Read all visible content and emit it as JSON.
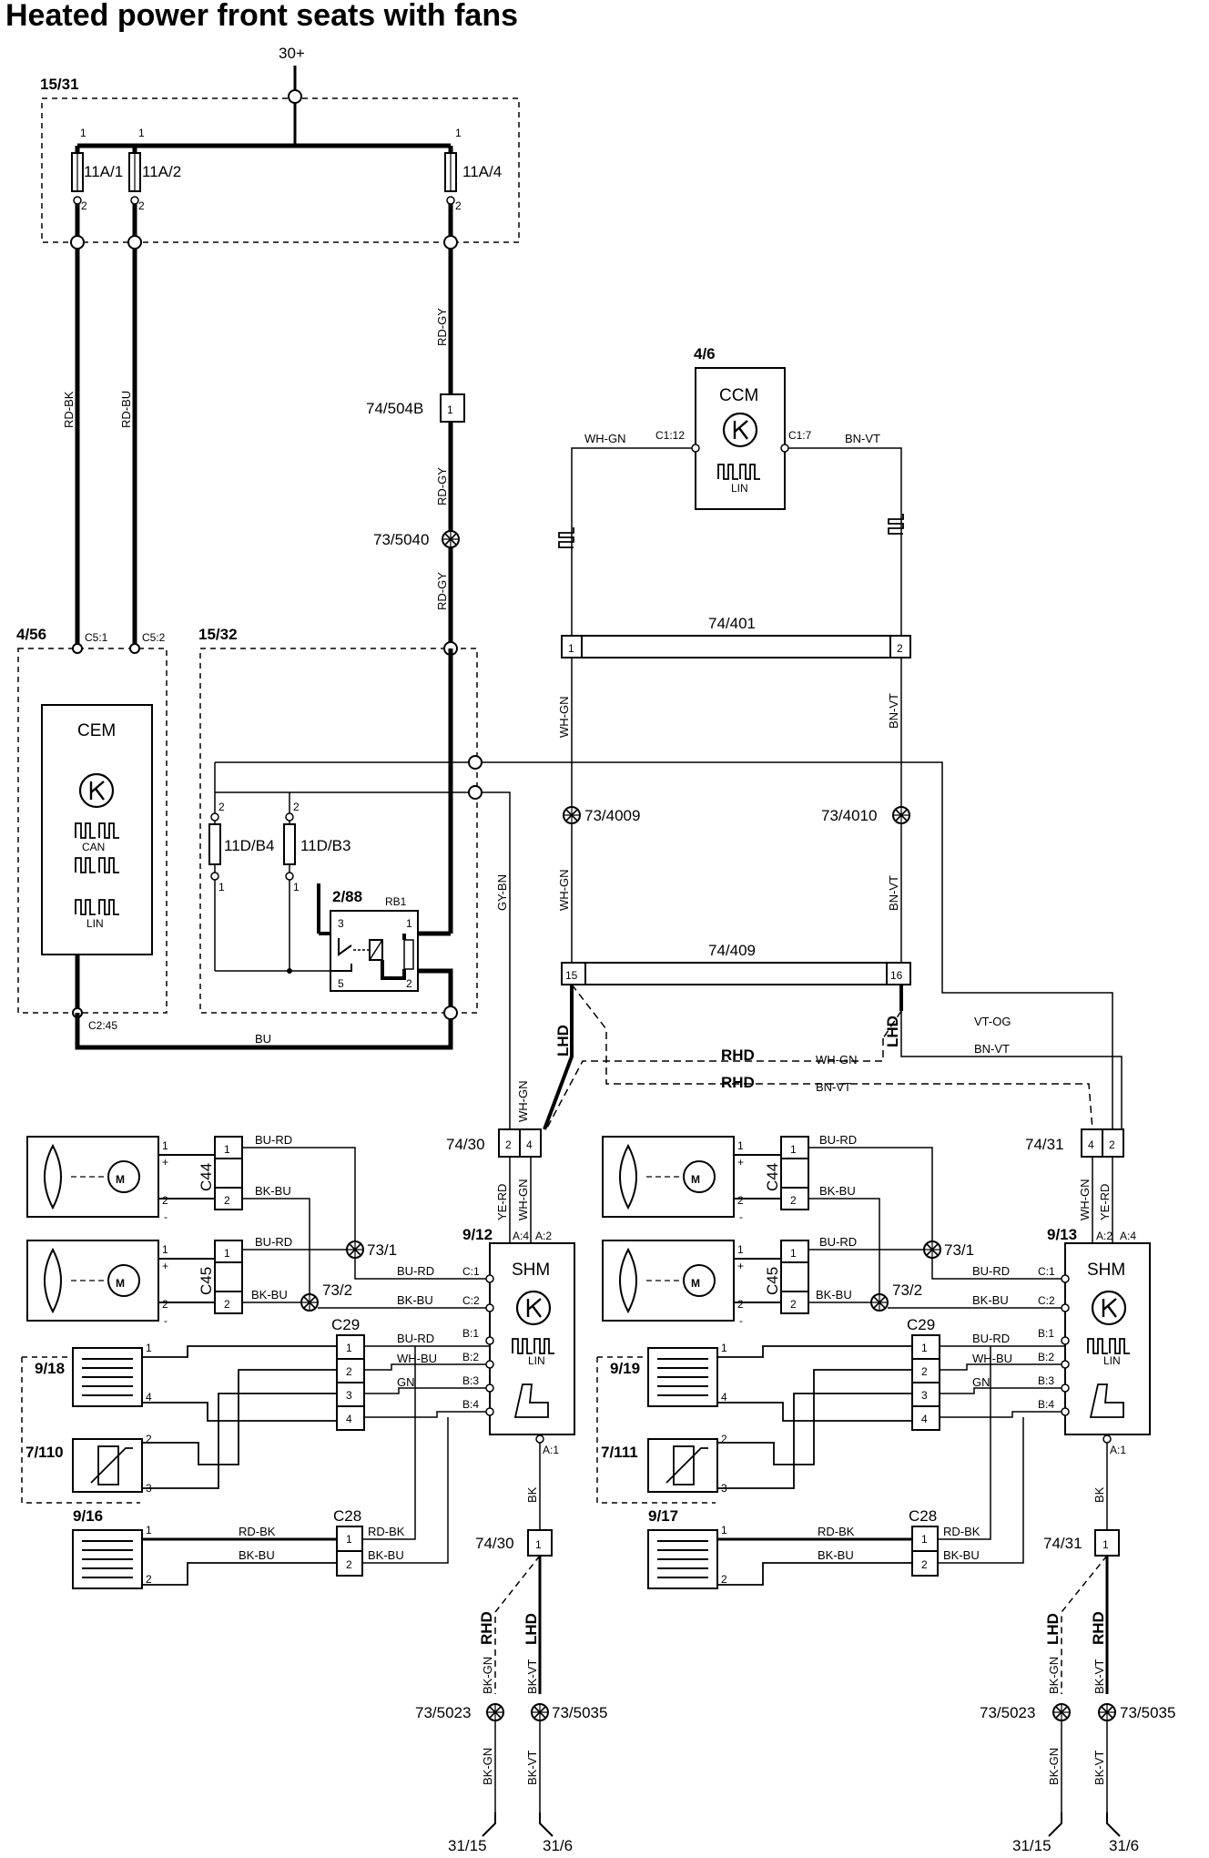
{
  "title": "Heated power front seats with fans",
  "supply": {
    "label": "30+"
  },
  "fusebox_main": {
    "id": "15/31",
    "fuses": [
      {
        "id": "11A/1",
        "in": "1",
        "out": "2",
        "wire": "RD-BK"
      },
      {
        "id": "11A/2",
        "in": "1",
        "out": "2",
        "wire": "RD-BU"
      },
      {
        "id": "11A/4",
        "in": "1",
        "out": "2",
        "wire": "RD-GY"
      }
    ]
  },
  "splices": {
    "s504": "74/504B",
    "s504_pin": "1",
    "s5040": "73/5040",
    "s4009": "73/4009",
    "s4010": "73/4010"
  },
  "ccm": {
    "id": "4/6",
    "name": "CCM",
    "pin_left": "C1:12",
    "pin_right": "C1:7",
    "wire_left": "WH-GN",
    "wire_right": "BN-VT",
    "bus": "LIN"
  },
  "cem": {
    "id": "4/56",
    "name": "CEM",
    "pin_a": "C5:1",
    "pin_b": "C5:2",
    "pin_gnd": "C2:45",
    "bus1": "CAN",
    "bus2": "LIN",
    "gnd_wire": "BU"
  },
  "relay_box": {
    "id": "15/32",
    "fuse1": "11D/B4",
    "fuse2": "11D/B3",
    "relay_id": "2/88",
    "relay_name": "RB1",
    "pins": [
      "1",
      "2",
      "3",
      "5"
    ],
    "wire_gy_bn": "GY-BN"
  },
  "connectors": {
    "c401": "74/401",
    "c409": "74/409",
    "c401_pins": [
      "1",
      "2"
    ],
    "c409_pins": [
      "15",
      "16"
    ],
    "wire_wh_gn": "WH-GN",
    "wire_bn_vt": "BN-VT",
    "wire_vt_og": "VT-OG",
    "rhd": "RHD",
    "lhd": "LHD"
  },
  "left_seat": {
    "shm_id": "9/12",
    "shm_name": "SHM",
    "bus": "LIN",
    "conn": "74/30",
    "conn_pins": [
      "2",
      "4"
    ],
    "conn_wires": [
      "YE-RD",
      "WH-GN"
    ],
    "conn_pin_labels": [
      "A:4",
      "A:2"
    ],
    "fan1_conn": "C44",
    "fan2_conn": "C45",
    "splice1": "73/1",
    "splice2": "73/2",
    "fan_wires": [
      "BU-RD",
      "BK-BU",
      "BU-RD",
      "BK-BU"
    ],
    "shm_pins_c": [
      "C:1",
      "C:2"
    ],
    "shm_wires_c": [
      "BU-RD",
      "BK-BU"
    ],
    "c29": "C29",
    "c29_pins": [
      "1",
      "2",
      "3",
      "4"
    ],
    "shm_pins_b": [
      "B:1",
      "B:2",
      "B:3",
      "B:4"
    ],
    "shm_wires_b": [
      "BU-RD",
      "WH-BU",
      "GN"
    ],
    "back_heater": "9/18",
    "sensor": "7/110",
    "cushion_heater": "9/16",
    "c28": "C28",
    "c28_pins": [
      "1",
      "2"
    ],
    "c28_wires": [
      "RD-BK",
      "BK-BU",
      "RD-BK",
      "BK-BU"
    ],
    "gnd_pin": "A:1",
    "gnd_wire": "BK",
    "gnd_conn": "74/30",
    "gnd_conn_pin": "1",
    "gnd_splices": [
      "73/5023",
      "73/5035"
    ],
    "gnd_wires": [
      "BK-GN",
      "BK-VT"
    ],
    "gnd_points": [
      "31/15",
      "31/6"
    ]
  },
  "right_seat": {
    "shm_id": "9/13",
    "shm_name": "SHM",
    "bus": "LIN",
    "conn": "74/31",
    "conn_pins": [
      "4",
      "2"
    ],
    "conn_wires": [
      "WH-GN",
      "YE-RD"
    ],
    "conn_pin_labels": [
      "A:2",
      "A:4"
    ],
    "fan1_conn": "C44",
    "fan2_conn": "C45",
    "splice1": "73/1",
    "splice2": "73/2",
    "fan_wires": [
      "BU-RD",
      "BK-BU",
      "BU-RD",
      "BK-BU"
    ],
    "shm_pins_c": [
      "C:1",
      "C:2"
    ],
    "shm_wires_c": [
      "BU-RD",
      "BK-BU"
    ],
    "c29": "C29",
    "c29_pins": [
      "1",
      "2",
      "3",
      "4"
    ],
    "shm_pins_b": [
      "B:1",
      "B:2",
      "B:3",
      "B:4"
    ],
    "shm_wires_b": [
      "BU-RD",
      "WH-BU",
      "GN"
    ],
    "back_heater": "9/19",
    "sensor": "7/111",
    "cushion_heater": "9/17",
    "c28": "C28",
    "c28_pins": [
      "1",
      "2"
    ],
    "c28_wires": [
      "RD-BK",
      "BK-BU",
      "RD-BK",
      "BK-BU"
    ],
    "gnd_pin": "A:1",
    "gnd_wire": "BK",
    "gnd_conn": "74/31",
    "gnd_conn_pin": "1",
    "gnd_splices": [
      "73/5023",
      "73/5035"
    ],
    "gnd_wires": [
      "BK-GN",
      "BK-VT"
    ],
    "gnd_points": [
      "31/15",
      "31/6"
    ]
  },
  "motor_pins": {
    "p1": "1",
    "p2": "2",
    "plus": "+",
    "minus": "-"
  }
}
